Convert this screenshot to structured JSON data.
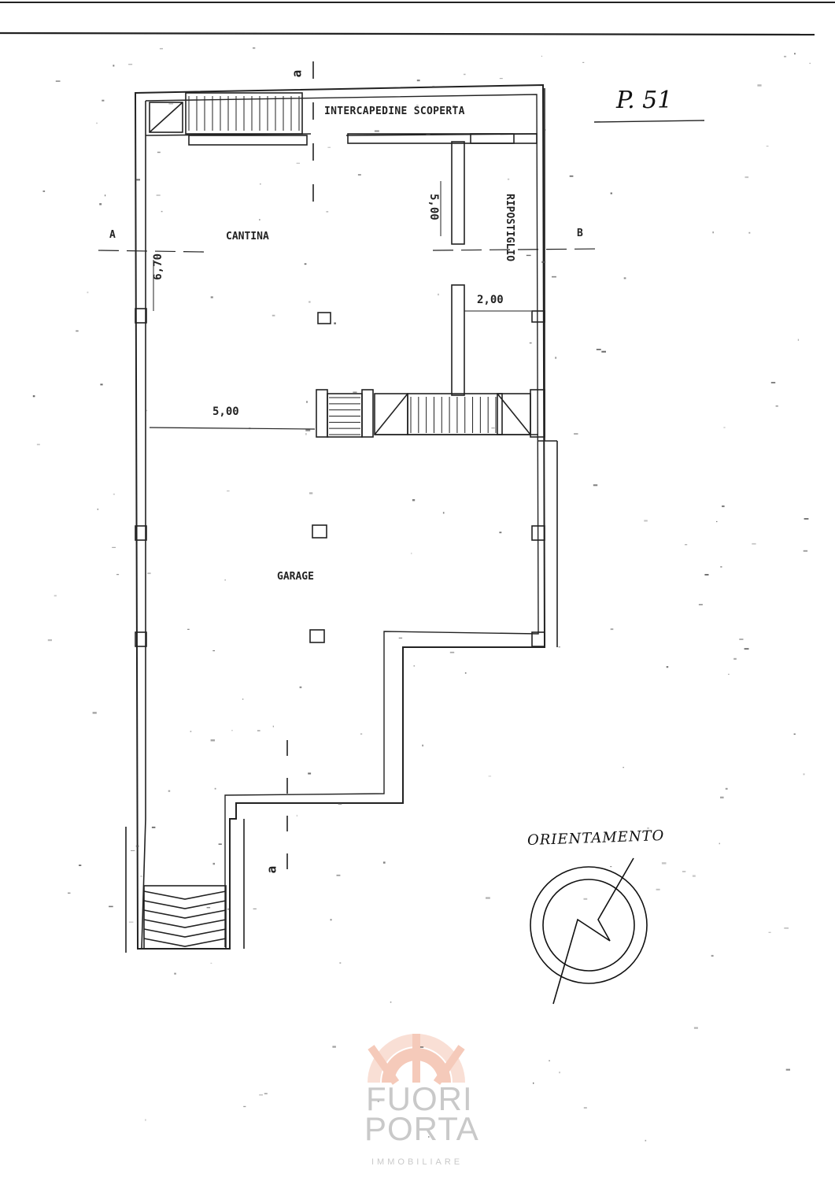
{
  "sheet": {
    "page_ref": "P. 51",
    "section_a": "A",
    "section_b": "B",
    "marker_top": "a",
    "marker_bottom": "a"
  },
  "rooms": {
    "intercapedine": "INTERCAPEDINE SCOPERTA",
    "cantina": "CANTINA",
    "ripostiglio": "RIPOSTIGLIO",
    "garage": "GARAGE"
  },
  "dimensions": {
    "left_height": "6,70",
    "ripostiglio_height": "5,00",
    "ripostiglio_width": "2,00",
    "cantina_width": "5,00"
  },
  "orientation": {
    "label": "ORIENTAMENTO"
  },
  "watermark": {
    "line1": "FUORI",
    "line2": "PORTA",
    "line3": "IMMOBILIARE",
    "colors": {
      "arc": "#f2b9a3",
      "text": "#c9c9c9"
    }
  },
  "colors": {
    "ink": "#222222",
    "paper": "#ffffff"
  }
}
